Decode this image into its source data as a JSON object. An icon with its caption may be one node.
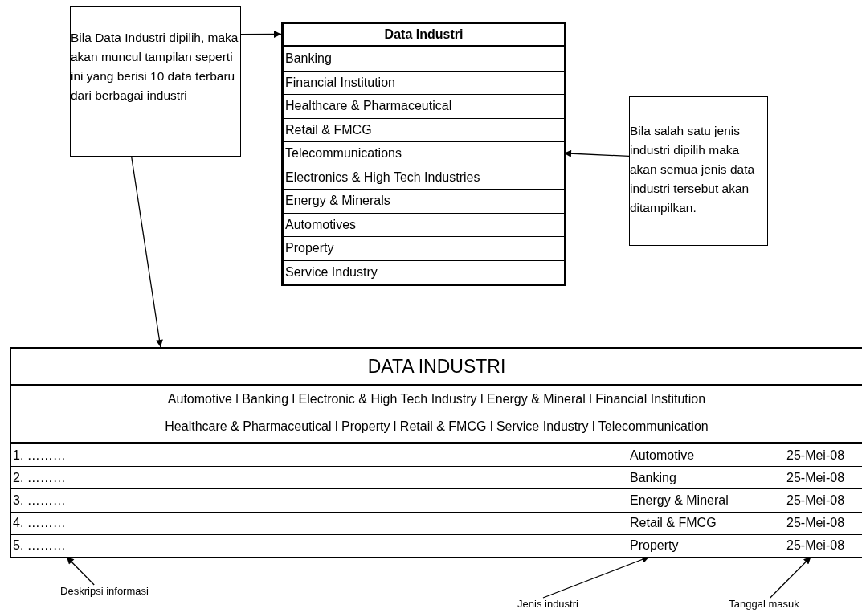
{
  "diagram": {
    "nodes": [
      {
        "text": [
          "Bila Data Industri dipilih, maka akan muncul tampilan seperti ini yang berisi 10 data terbaru dari berbagai industri"
        ]
      },
      {
        "text": [
          "Data Industri"
        ]
      },
      {
        "text": [
          "Banking"
        ],
        "in": 1
      },
      {
        "text": [
          "Financial Institution"
        ],
        "in": 1
      },
      {
        "text": [
          "Healthcare & Pharmaceutical"
        ],
        "in": 1
      },
      {
        "text": [
          "Retail & FMCG"
        ],
        "in": 1
      },
      {
        "text": [
          "Telecommunications"
        ],
        "in": 1
      },
      {
        "text": [
          "Electronics & High Tech Industries"
        ],
        "in": 1
      },
      {
        "text": [
          "Energy & Minerals"
        ],
        "in": 1
      },
      {
        "text": [
          "Automotives"
        ],
        "in": 1
      },
      {
        "text": [
          "Property"
        ],
        "in": 1
      },
      {
        "text": [
          "Service Industry"
        ],
        "in": 1
      },
      {
        "text": [
          "Bila salah satu jenis industri dipilih maka akan semua jenis data industri tersebut akan ditampilkan."
        ]
      },
      {
        "text": [
          "DATA INDUSTRI",
          "Automotive l Banking l Electronic & High Tech Industry l Energy & Mineral l Financial Institution",
          "Healthcare & Pharmaceutical l Property l Retail & FMCG l Service Industry l Telecommunication"
        ]
      },
      {
        "text": [
          "1. ………",
          "Automotive",
          "25-Mei-08"
        ],
        "in": 13
      },
      {
        "text": [
          "2. ………",
          "Banking",
          "25-Mei-08"
        ],
        "in": 13
      },
      {
        "text": [
          "3. ………",
          "Energy & Mineral",
          "25-Mei-08"
        ],
        "in": 13
      },
      {
        "text": [
          "4. ………",
          "Retail & FMCG",
          "25-Mei-08"
        ],
        "in": 13
      },
      {
        "text": [
          "5. ………",
          "Property",
          "25-Mei-08"
        ],
        "in": 13
      },
      {
        "text": [
          "Deskripsi informasi"
        ]
      },
      {
        "text": [
          "Jenis industri"
        ]
      },
      {
        "text": [
          "Tanggal masuk"
        ]
      }
    ],
    "edges": [
      {
        "from": 0,
        "to": 1,
        "arrow": "to"
      },
      {
        "from": 12,
        "to": 6,
        "arrow": "to"
      },
      {
        "from": 0,
        "to": 13,
        "arrow": "to"
      },
      {
        "from": 19,
        "to": 18,
        "arrow": "to"
      },
      {
        "from": 20,
        "to": 18,
        "arrow": "to"
      },
      {
        "from": 21,
        "to": 18,
        "arrow": "to"
      }
    ]
  }
}
